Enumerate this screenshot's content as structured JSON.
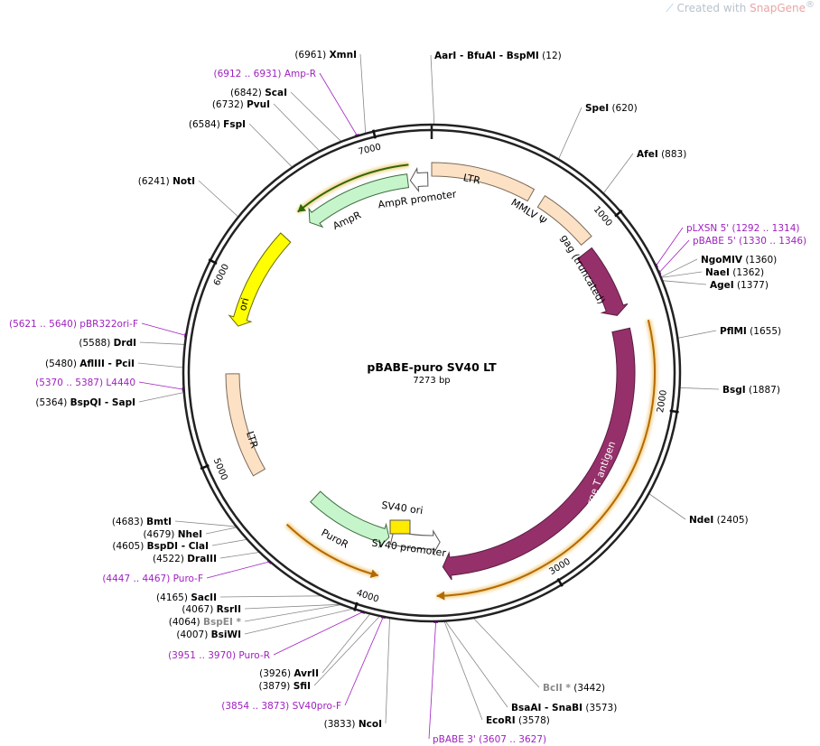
{
  "watermark": {
    "text": "Created with ",
    "brand": "SnapGene",
    "reg": "®"
  },
  "plasmid": {
    "name": "pBABE-puro SV40 LT",
    "length_label": "7273 bp",
    "length": 7273
  },
  "ticks": [
    {
      "bp": 1000,
      "label": "1000"
    },
    {
      "bp": 2000,
      "label": "2000"
    },
    {
      "bp": 3000,
      "label": "3000"
    },
    {
      "bp": 4000,
      "label": "4000"
    },
    {
      "bp": 5000,
      "label": "5000"
    },
    {
      "bp": 6000,
      "label": "6000"
    },
    {
      "bp": 7000,
      "label": "7000"
    }
  ],
  "features": [
    {
      "id": "ltr-5",
      "name": "LTR",
      "start": 0,
      "end": 589,
      "strand": 0,
      "color": "#fde1c4",
      "stroke": "#7a6a5a",
      "ring": 0,
      "label_color": "#000"
    },
    {
      "id": "mmlv-psi",
      "name": "MMLV Ψ",
      "start": 658,
      "end": 999,
      "strand": 0,
      "color": "#fde1c4",
      "stroke": "#7a6a5a",
      "ring": 0,
      "label_color": "#000"
    },
    {
      "id": "gag",
      "name": "gag (truncated)",
      "start": 1050,
      "end": 1470,
      "strand": 1,
      "color": "#95306a",
      "stroke": "#5a1d40",
      "ring": 0,
      "label_color": "#000"
    },
    {
      "id": "large-t",
      "name": "large T antigen",
      "start": 1560,
      "end": 3570,
      "strand": 1,
      "color": "#95306a",
      "stroke": "#5a1d40",
      "ring": 0,
      "label_color": "#fff"
    },
    {
      "id": "sv40-promoter",
      "name": "SV40 promoter",
      "start": 3580,
      "end": 3910,
      "strand": -1,
      "color": "#ffffff",
      "stroke": "#555555",
      "ring": 0,
      "label_color": "#000"
    },
    {
      "id": "puror",
      "name": "PuroR",
      "start": 3930,
      "end": 4510,
      "strand": -1,
      "color": "#c7f5cb",
      "stroke": "#3b6b3f",
      "ring": 0,
      "label_color": "#000"
    },
    {
      "id": "ltr-3",
      "name": "LTR",
      "start": 4850,
      "end": 5450,
      "strand": 0,
      "color": "#fde1c4",
      "stroke": "#7a6a5a",
      "ring": 0,
      "label_color": "#000"
    },
    {
      "id": "ori",
      "name": "ori",
      "start": 5730,
      "end": 6320,
      "strand": -1,
      "color": "#ffff00",
      "stroke": "#6b6b00",
      "ring": 0,
      "label_color": "#000"
    },
    {
      "id": "ampr",
      "name": "AmpR",
      "start": 6485,
      "end": 7130,
      "strand": -1,
      "color": "#c7f5cb",
      "stroke": "#3b6b3f",
      "ring": 0,
      "label_color": "#000"
    },
    {
      "id": "ampr-promoter",
      "name": "AmpR promoter",
      "start": 7145,
      "end": 7250,
      "strand": -1,
      "color": "#ffffff",
      "stroke": "#555555",
      "ring": 0,
      "label_color": "#000"
    }
  ],
  "feature_labels": {
    "ltr5": "LTR",
    "mmlv": "MMLV Ψ",
    "gag": "gag (truncated)",
    "larget": "large T antigen",
    "sv40prom": "SV40 promoter",
    "sv40ori": "SV40 ori",
    "puror": "PuroR",
    "ltr3": "LTR",
    "ori": "ori",
    "ampr": "AmpR",
    "amprprom": "AmpR promoter"
  },
  "orf_arcs": [
    {
      "id": "orf-large-t",
      "start": 1540,
      "end": 3610,
      "strand": 1
    },
    {
      "id": "orf-puro",
      "start": 3935,
      "end": 4520,
      "strand": -1
    },
    {
      "id": "orf-ampr",
      "start": 6470,
      "end": 7145,
      "strand": -1
    }
  ],
  "sites": [
    {
      "name": "AarI  -  BfuAI  -  BspMI",
      "pos": "(12)",
      "bp": 12,
      "kind": "enzyme",
      "side": "right"
    },
    {
      "name": "SpeI",
      "pos": "(620)",
      "bp": 620,
      "kind": "enzyme",
      "side": "right"
    },
    {
      "name": "AfeI",
      "pos": "(883)",
      "bp": 883,
      "kind": "enzyme",
      "side": "right"
    },
    {
      "name": "pLXSN 5'",
      "pos": "(1292 .. 1314)",
      "bp": 1303,
      "kind": "primer",
      "side": "right"
    },
    {
      "name": "pBABE 5'",
      "pos": "(1330 .. 1346)",
      "bp": 1338,
      "kind": "primer",
      "side": "right"
    },
    {
      "name": "NgoMIV",
      "pos": "(1360)",
      "bp": 1360,
      "kind": "enzyme",
      "side": "right"
    },
    {
      "name": "NaeI",
      "pos": "(1362)",
      "bp": 1362,
      "kind": "enzyme",
      "side": "right"
    },
    {
      "name": "AgeI",
      "pos": "(1377)",
      "bp": 1377,
      "kind": "enzyme",
      "side": "right"
    },
    {
      "name": "PflMI",
      "pos": "(1655)",
      "bp": 1655,
      "kind": "enzyme",
      "side": "right"
    },
    {
      "name": "BsgI",
      "pos": "(1887)",
      "bp": 1887,
      "kind": "enzyme",
      "side": "right"
    },
    {
      "name": "NdeI",
      "pos": "(2405)",
      "bp": 2405,
      "kind": "enzyme",
      "side": "right"
    },
    {
      "name": "BclI *",
      "pos": "(3442)",
      "bp": 3442,
      "kind": "grey",
      "side": "right"
    },
    {
      "name": "BsaAI  -  SnaBI",
      "pos": "(3573)",
      "bp": 3573,
      "kind": "enzyme",
      "side": "right"
    },
    {
      "name": "EcoRI",
      "pos": "(3578)",
      "bp": 3578,
      "kind": "enzyme",
      "side": "right"
    },
    {
      "name": "pBABE 3'",
      "pos": "(3607 .. 3627)",
      "bp": 3617,
      "kind": "primer",
      "side": "right"
    },
    {
      "name": "NcoI",
      "pos": "(3833)",
      "bp": 3833,
      "kind": "enzyme",
      "side": "left"
    },
    {
      "name": "SV40pro-F",
      "pos": "(3854 .. 3873)",
      "bp": 3863,
      "kind": "primer",
      "side": "left"
    },
    {
      "name": "SfiI",
      "pos": "(3879)",
      "bp": 3879,
      "kind": "enzyme",
      "side": "left"
    },
    {
      "name": "AvrII",
      "pos": "(3926)",
      "bp": 3926,
      "kind": "enzyme",
      "side": "left"
    },
    {
      "name": "Puro-R",
      "pos": "(3951 .. 3970)",
      "bp": 3960,
      "kind": "primer",
      "side": "left"
    },
    {
      "name": "BsiWI",
      "pos": "(4007)",
      "bp": 4007,
      "kind": "enzyme",
      "side": "left"
    },
    {
      "name": "BspEI *",
      "pos": "(4064)",
      "bp": 4064,
      "kind": "grey",
      "side": "left"
    },
    {
      "name": "RsrII",
      "pos": "(4067)",
      "bp": 4067,
      "kind": "enzyme",
      "side": "left"
    },
    {
      "name": "SacII",
      "pos": "(4165)",
      "bp": 4165,
      "kind": "enzyme",
      "side": "left"
    },
    {
      "name": "Puro-F",
      "pos": "(4447 .. 4467)",
      "bp": 4457,
      "kind": "primer",
      "side": "left"
    },
    {
      "name": "DraIII",
      "pos": "(4522)",
      "bp": 4522,
      "kind": "enzyme",
      "side": "left"
    },
    {
      "name": "BspDI  -  ClaI",
      "pos": "(4605)",
      "bp": 4605,
      "kind": "enzyme",
      "side": "left"
    },
    {
      "name": "NheI",
      "pos": "(4679)",
      "bp": 4679,
      "kind": "enzyme",
      "side": "left"
    },
    {
      "name": "BmtI",
      "pos": "(4683)",
      "bp": 4683,
      "kind": "enzyme",
      "side": "left"
    },
    {
      "name": "BspQI  -  SapI",
      "pos": "(5364)",
      "bp": 5364,
      "kind": "enzyme",
      "side": "left"
    },
    {
      "name": "L4440",
      "pos": "(5370 .. 5387)",
      "bp": 5378,
      "kind": "primer",
      "side": "left"
    },
    {
      "name": "AflIII  -  PciI",
      "pos": "(5480)",
      "bp": 5480,
      "kind": "enzyme",
      "side": "left"
    },
    {
      "name": "DrdI",
      "pos": "(5588)",
      "bp": 5588,
      "kind": "enzyme",
      "side": "left"
    },
    {
      "name": "pBR322ori-F",
      "pos": "(5621 .. 5640)",
      "bp": 5630,
      "kind": "primer",
      "side": "left"
    },
    {
      "name": "NotI",
      "pos": "(6241)",
      "bp": 6241,
      "kind": "enzyme",
      "side": "left"
    },
    {
      "name": "FspI",
      "pos": "(6584)",
      "bp": 6584,
      "kind": "enzyme",
      "side": "left"
    },
    {
      "name": "PvuI",
      "pos": "(6732)",
      "bp": 6732,
      "kind": "enzyme",
      "side": "left"
    },
    {
      "name": "ScaI",
      "pos": "(6842)",
      "bp": 6842,
      "kind": "enzyme",
      "side": "left"
    },
    {
      "name": "Amp-R",
      "pos": "(6912 .. 6931)",
      "bp": 6921,
      "kind": "primer",
      "side": "left"
    },
    {
      "name": "XmnI",
      "pos": "(6961)",
      "bp": 6961,
      "kind": "enzyme",
      "side": "left"
    }
  ],
  "colors": {
    "primer": "#a020c0",
    "orf_line": "#2d6a00",
    "orf_glow": "#f0c060"
  }
}
